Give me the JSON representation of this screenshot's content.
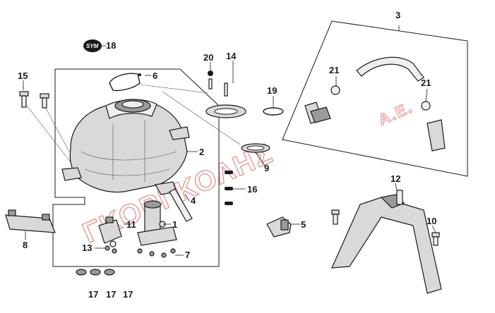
{
  "watermark": {
    "main": "ΓΚΟΡΓΚΟΛΗΣ",
    "suffix": "Α.Ε."
  },
  "logo": {
    "text": "SYM"
  },
  "callouts": [
    {
      "id": "c1",
      "label": "1"
    },
    {
      "id": "c2",
      "label": "2"
    },
    {
      "id": "c3",
      "label": "3"
    },
    {
      "id": "c4",
      "label": "4"
    },
    {
      "id": "c5",
      "label": "5"
    },
    {
      "id": "c6",
      "label": "6"
    },
    {
      "id": "c7",
      "label": "7"
    },
    {
      "id": "c8",
      "label": "8"
    },
    {
      "id": "c9",
      "label": "9"
    },
    {
      "id": "c10",
      "label": "10"
    },
    {
      "id": "c11",
      "label": "11"
    },
    {
      "id": "c12",
      "label": "12"
    },
    {
      "id": "c13",
      "label": "13"
    },
    {
      "id": "c14",
      "label": "14"
    },
    {
      "id": "c15",
      "label": "15"
    },
    {
      "id": "c16",
      "label": "16"
    },
    {
      "id": "c17a",
      "label": "17"
    },
    {
      "id": "c17b",
      "label": "17"
    },
    {
      "id": "c17c",
      "label": "17"
    },
    {
      "id": "c18",
      "label": "18"
    },
    {
      "id": "c19",
      "label": "19"
    },
    {
      "id": "c20",
      "label": "20"
    },
    {
      "id": "c21a",
      "label": "21"
    },
    {
      "id": "c21b",
      "label": "21"
    }
  ]
}
